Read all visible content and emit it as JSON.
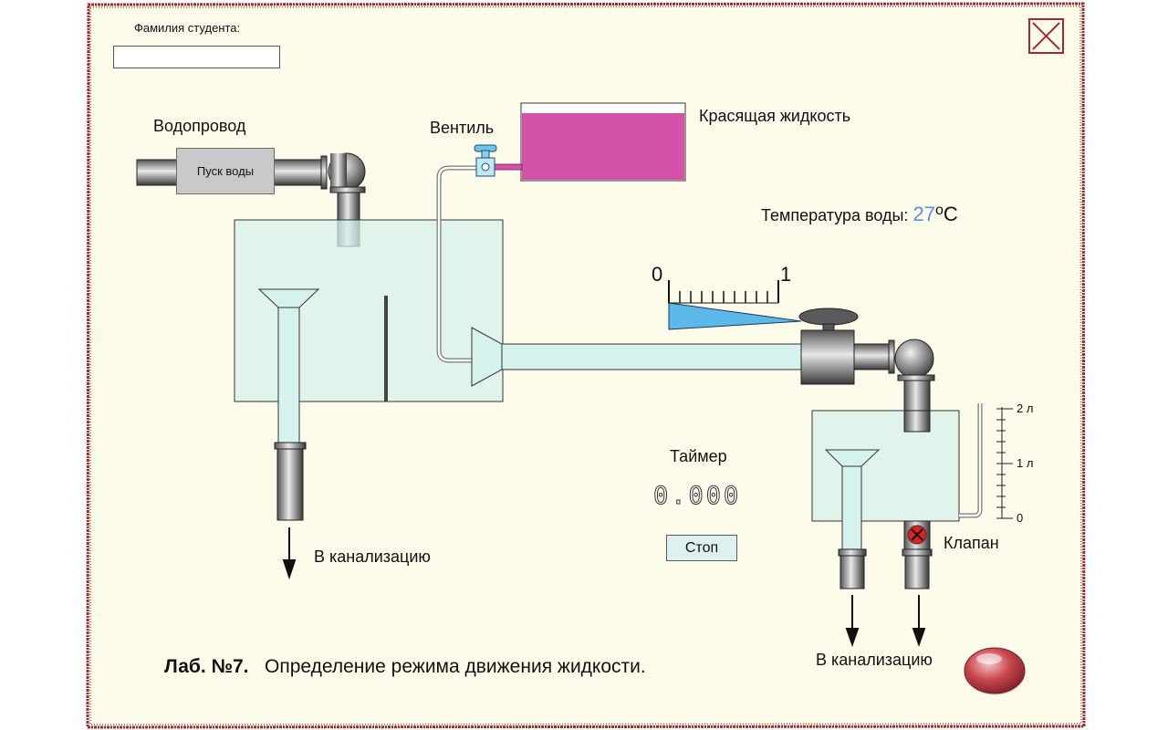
{
  "student": {
    "label": "Фамилия студента:",
    "value": ""
  },
  "water_supply": {
    "label": "Водопровод",
    "button_label": "Пуск воды"
  },
  "valve": {
    "label": "Вентиль"
  },
  "dye": {
    "label": "Красящая жидкость",
    "color": "#d452a8"
  },
  "temperature": {
    "label": "Температура воды:",
    "value": "27",
    "degree": "o",
    "unit": "C"
  },
  "flow_scale": {
    "min_label": "0",
    "max_label": "1",
    "level": 0.0
  },
  "timer": {
    "label": "Таймер",
    "value": "0.000",
    "button_label": "Стоп"
  },
  "measure_tank": {
    "scale_labels": [
      "2 л",
      "1 л",
      "0"
    ],
    "clapan_label": "Клапан"
  },
  "drain": {
    "left_label": "В канализацию",
    "right_label": "В канализацию"
  },
  "footer": {
    "lab_number": "Лаб. №7.",
    "title": "Определение режима движения жидкости."
  },
  "colors": {
    "background": "#fdfbe9",
    "border": "#a42a2a",
    "water": "#c8f0e6",
    "dye": "#d452a8",
    "gauge_fill": "#5bb8e8"
  }
}
